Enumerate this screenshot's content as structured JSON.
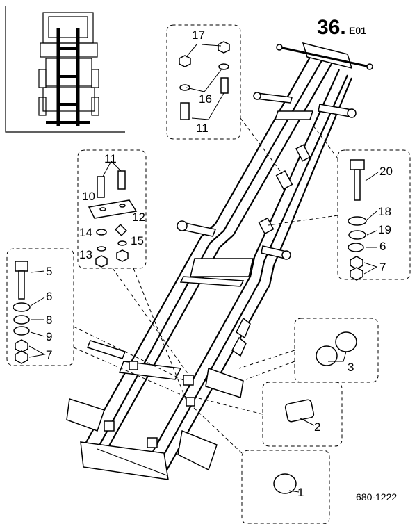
{
  "header": {
    "page_number": "36.",
    "page_suffix": "E01"
  },
  "figure_id": "680-1222",
  "callouts": {
    "c1": "1",
    "c2": "2",
    "c3": "3",
    "c5": "5",
    "c6a": "6",
    "c6b": "6",
    "c7a": "7",
    "c7b": "7",
    "c8": "8",
    "c9": "9",
    "c10": "10",
    "c11a": "11",
    "c11b": "11",
    "c12": "12",
    "c13": "13",
    "c14": "14",
    "c15": "15",
    "c16": "16",
    "c17": "17",
    "c18": "18",
    "c19": "19",
    "c20": "20"
  },
  "icons": [
    "vehicle-locator-icon"
  ]
}
